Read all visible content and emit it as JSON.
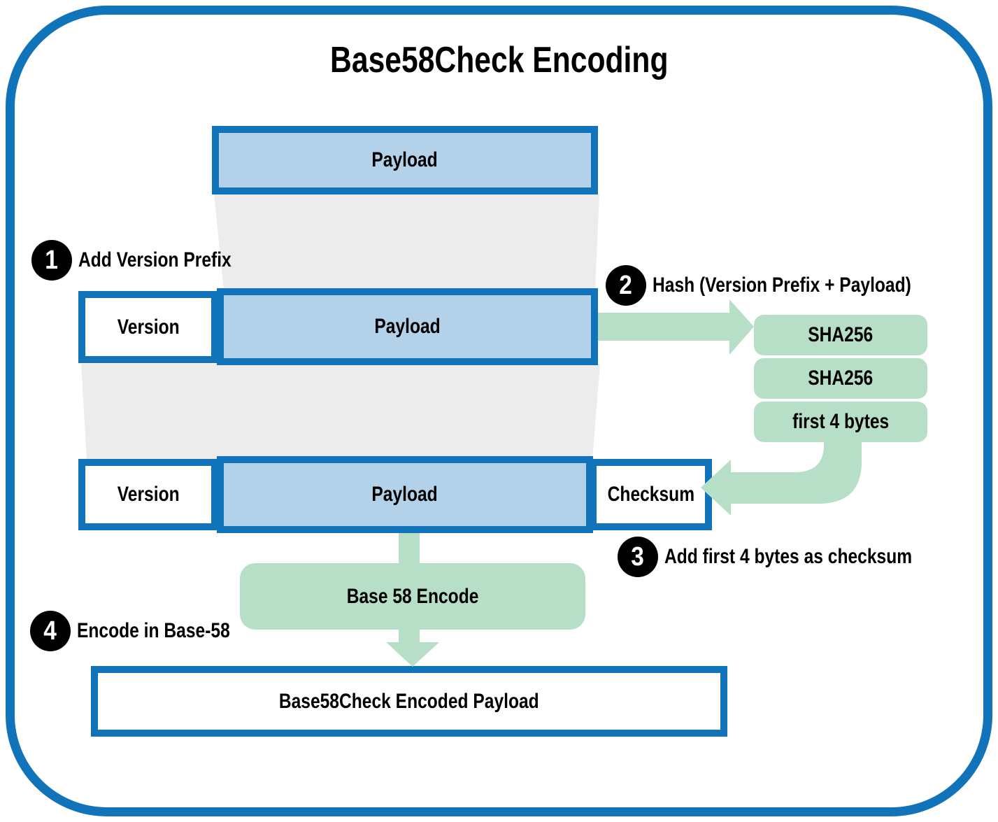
{
  "title": "Base58Check Encoding",
  "nodes": {
    "payload_top": "Payload",
    "version_2": "Version",
    "payload_2": "Payload",
    "sha256_a": "SHA256",
    "sha256_b": "SHA256",
    "first_4_bytes": "first 4 bytes",
    "version_3": "Version",
    "payload_3": "Payload",
    "checksum": "Checksum",
    "base58_encode": "Base 58 Encode",
    "encoded_output": "Base58Check Encoded Payload"
  },
  "steps": [
    {
      "num": "1",
      "label": "Add Version Prefix"
    },
    {
      "num": "2",
      "label": "Hash (Version Prefix + Payload)"
    },
    {
      "num": "3",
      "label": "Add first 4 bytes as checksum"
    },
    {
      "num": "4",
      "label": "Encode in Base-58"
    }
  ],
  "colors": {
    "blue": "#1173b9",
    "lightblue": "#b3d2e9",
    "green": "#b7dfc8",
    "gray": "#ececec",
    "black": "#000000",
    "white": "#ffffff"
  }
}
